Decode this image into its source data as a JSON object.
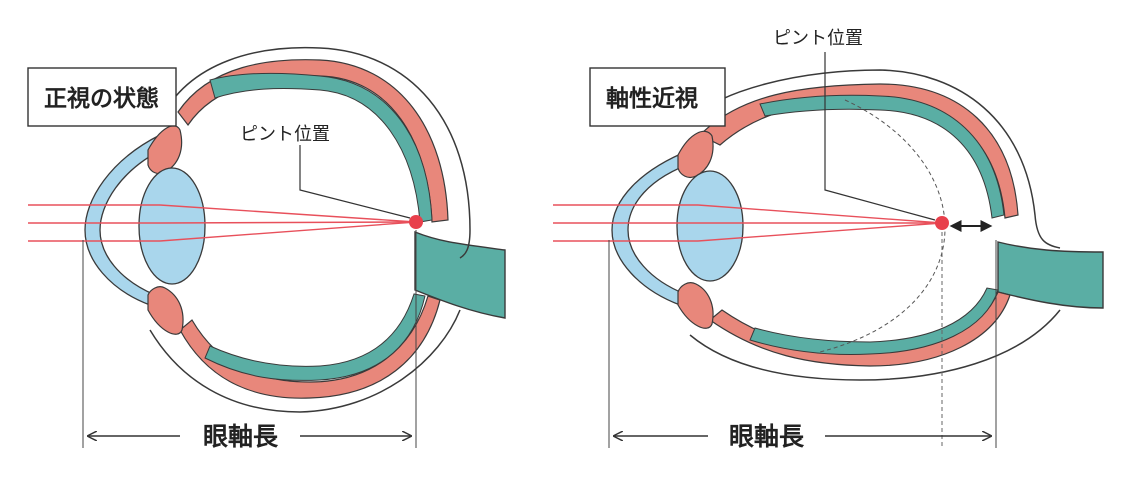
{
  "normal": {
    "title": "正視の状態",
    "focus_label": "ピント位置",
    "axial_length_label": "眼軸長"
  },
  "myopia": {
    "title": "軸性近視",
    "focus_label": "ピント位置",
    "axial_length_label": "眼軸長"
  },
  "colors": {
    "sclera_outline": "#3a3a3a",
    "choroid": "#e8877b",
    "retina": "#5aaea4",
    "lens": "#a9d6ec",
    "light_ray": "#e8505b",
    "focus_point": "#e8404c",
    "guide_line": "#333333"
  }
}
